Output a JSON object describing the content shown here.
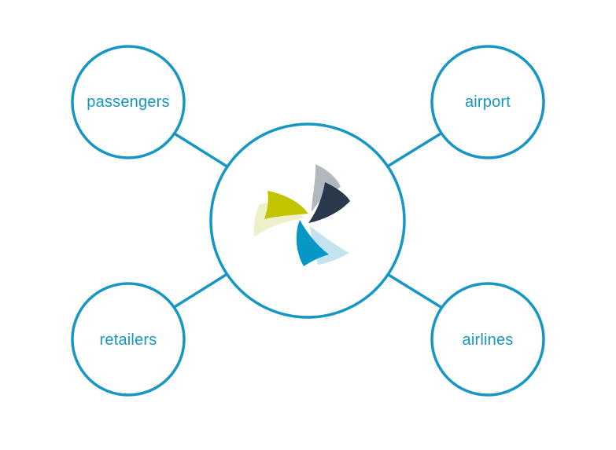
{
  "diagram": {
    "colors": {
      "stroke": "#1596c4",
      "label": "#1596c4",
      "logo_yellow_green": "#c2c400",
      "logo_pale_yellow": "#edf0c8",
      "logo_gray": "#b3b7be",
      "logo_navy": "#27394b",
      "logo_blue": "#0597c6",
      "logo_light_blue": "#c2e3ef"
    },
    "center": {
      "icon": "pinwheel-logo-icon"
    },
    "nodes": [
      {
        "id": "passengers",
        "label": "passengers"
      },
      {
        "id": "airport",
        "label": "airport"
      },
      {
        "id": "retailers",
        "label": "retailers"
      },
      {
        "id": "airlines",
        "label": "airlines"
      }
    ]
  }
}
